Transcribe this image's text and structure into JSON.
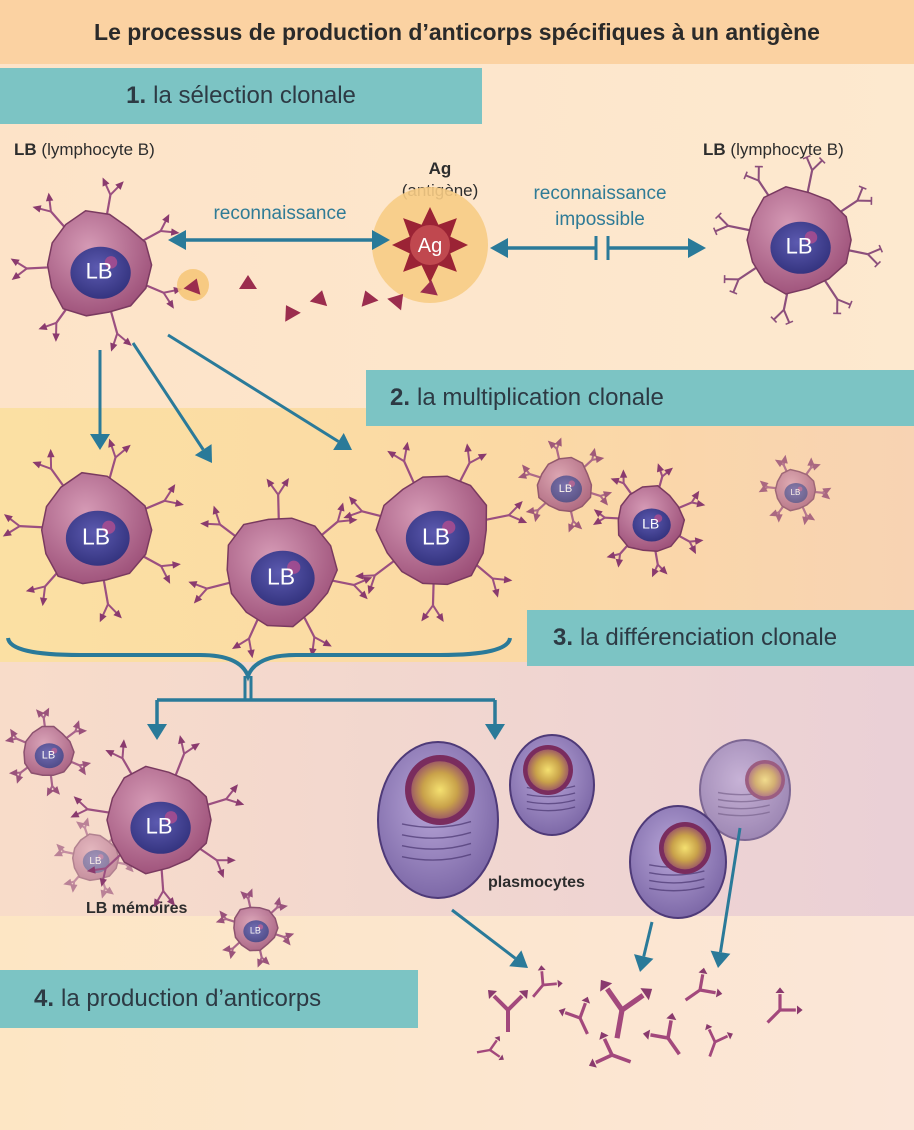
{
  "title": "Le processus de production d’anticorps spécifiques à un antigène",
  "steps": [
    {
      "num": "1.",
      "label": "la sélection clonale"
    },
    {
      "num": "2.",
      "label": "la multiplication clonale"
    },
    {
      "num": "3.",
      "label": "la différenciation clonale"
    },
    {
      "num": "4.",
      "label": "la production d’anticorps"
    }
  ],
  "labels": {
    "lb_abbr": "LB",
    "lb_full": "(lymphocyte B)",
    "ag_abbr": "Ag",
    "ag_full": "(antigène)",
    "reconnaissance": "reconnaissance",
    "reconnaissance_impossible_1": "reconnaissance",
    "reconnaissance_impossible_2": "impossible",
    "lb_memoires": "LB mémoires",
    "plasmocytes": "plasmocytes",
    "cell_label": "LB"
  },
  "colors": {
    "title_bg": "#fbd2a2",
    "step_bg": "#7cc4c4",
    "arrow": "#2a7a99",
    "cell": "#b96a8f",
    "nucleus": "#3e3f8f",
    "antigen": "#9b2335",
    "plasmocyte": "#8d78b4"
  }
}
